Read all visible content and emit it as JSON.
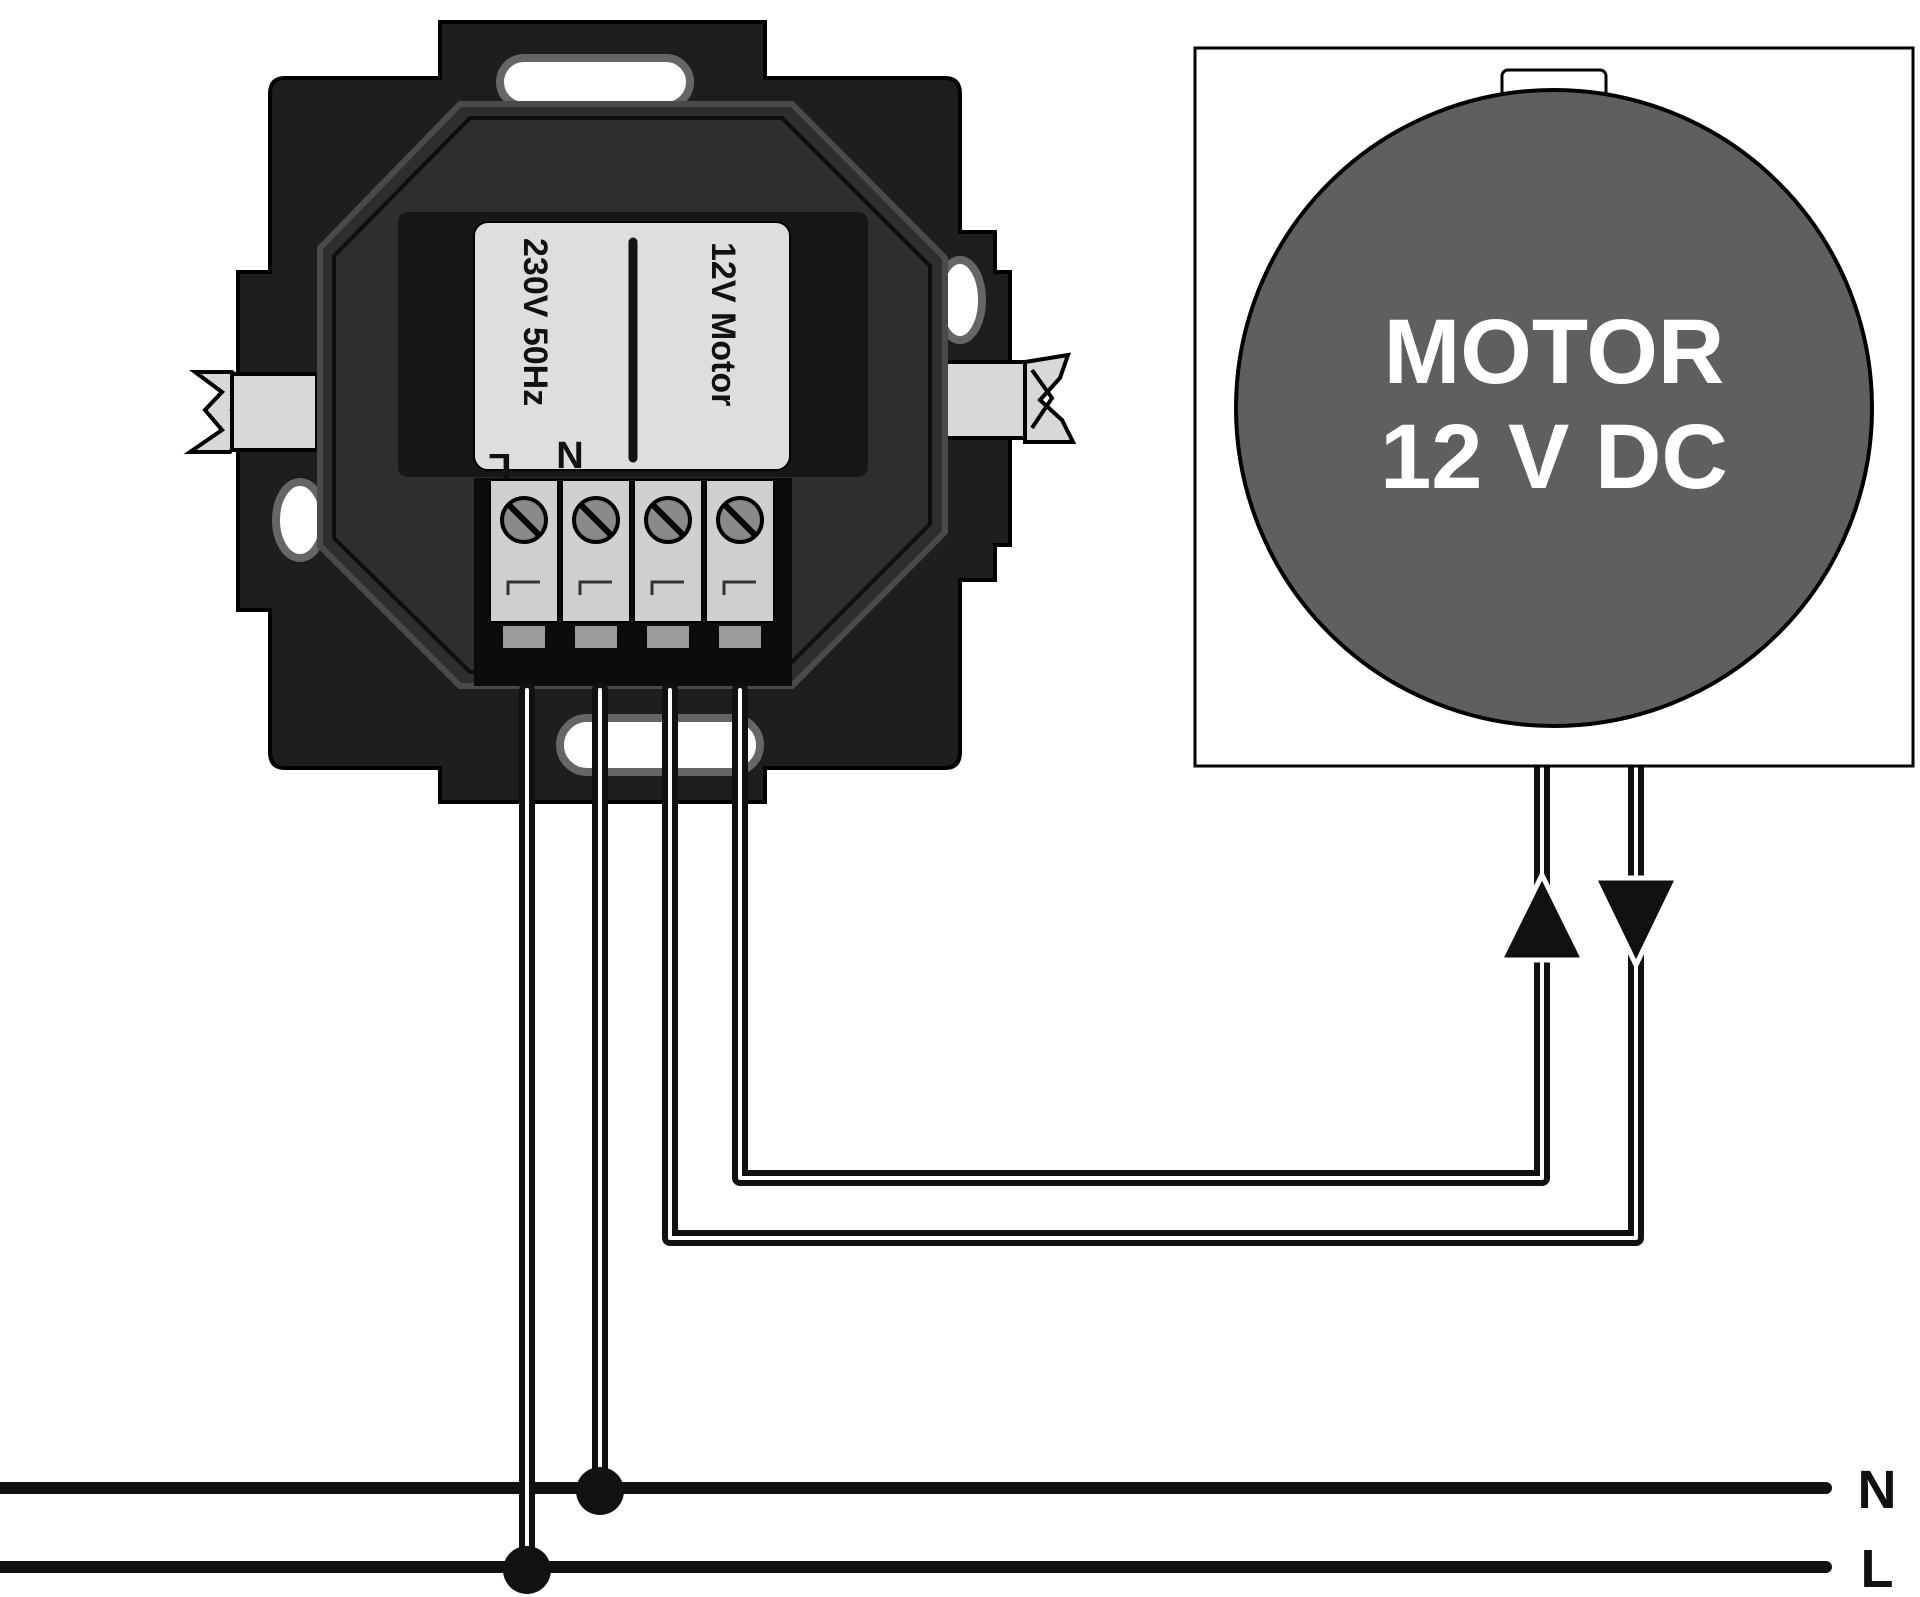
{
  "device": {
    "label_supply": "230V 50Hz",
    "label_motor_side": "12V Motor",
    "terminal_l": "L",
    "terminal_n": "N"
  },
  "motor": {
    "line1": "MOTOR",
    "line2": "12 V DC"
  },
  "mains": {
    "n_label": "N",
    "l_label": "L"
  },
  "colors": {
    "housing": "#1e1e1e",
    "motor_disc": "#5f5f5f",
    "label_panel": "#dedede",
    "terminal": "#cfcfcf",
    "wire": "#111111"
  },
  "icons": {
    "direction_up": "triangle-up-arrow-icon",
    "direction_down": "triangle-down-arrow-icon",
    "junction": "solder-dot-icon",
    "screw": "terminal-screw-icon"
  }
}
